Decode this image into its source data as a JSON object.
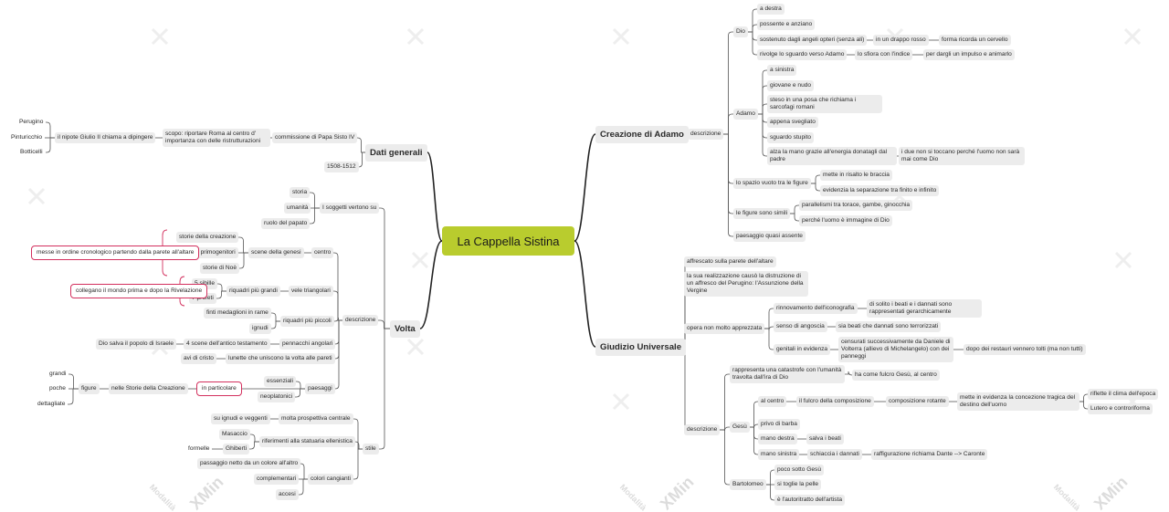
{
  "root": "La Cappella Sistina",
  "watermark": {
    "brand": "XMin",
    "sub": "Modalità"
  },
  "colors": {
    "root": "#b9cc2e",
    "callout_border": "#d3305e",
    "node_bg": "#ececec",
    "line": "#222222"
  },
  "n": [
    "Dati generali",
    "commissione di Papa Sisto IV",
    "scopo: riportare Roma al centro d' importanza con delle ristrutturazioni",
    "il nipote Giulio II chiama a dipingere",
    "Perugino",
    "Pinturicchio",
    "Botticelli",
    "1508-1512",
    "Volta",
    "I soggetti vertono su",
    "storia",
    "umanità",
    "ruolo del papato",
    "descrizione",
    "centro",
    "scene della genesi",
    "storie della creazione",
    "storie dei primogenitori",
    "storie di Noè",
    "messe in ordine cronologico partendo dalla parete all'altare",
    "vele triangolari",
    "riquadri più grandi",
    "5 sibille",
    "7 profeti",
    "collegano il mondo prima e dopo la Rivelazione",
    "riquadri più piccoli",
    "finti medaglioni in rame",
    "ignudi",
    "pennacchi angolari",
    "4 scene dell'antico testamento",
    "Dio salva il popolo di Israele",
    "lunette che uniscono la volta alle pareti",
    "avi di cristo",
    "paesaggi",
    "essenziali",
    "neoplatonici",
    "in particolare",
    "nelle Storie della Creazione",
    "figure",
    "grandi",
    "poche",
    "dettagliate",
    "stile",
    "molta prospettiva centrale",
    "su ignudi e veggenti",
    "riferimenti alla statuaria ellenistica",
    "Masaccio",
    "Ghiberti",
    "formelle",
    "colori cangianti",
    "passaggio netto da un colore all'altro",
    "complementari",
    "accesi",
    "Creazione di Adamo",
    "descrizione",
    "Dio",
    "a destra",
    "possente e anziano",
    "sostenuto dagli angeli opteri (senza ali)",
    "in un drappo rosso",
    "forma ricorda un cervello",
    "rivolge lo sguardo verso Adamo",
    "lo sfiora con l'indice",
    "per dargli un impulso e animarlo",
    "Adamo",
    "a sinistra",
    "giovane e nudo",
    "steso in una posa che richiama i sarcofagi romani",
    "appena svegliato",
    "sguardo stupito",
    "alza la mano grazie all'energia donatagli dal padre",
    "i due non si toccano perché l'uomo non sarà mai come Dio",
    "lo spazio vuoto tra le figure",
    "mette in risalto le braccia",
    "evidenzia la separazione tra finito e infinito",
    "le figure sono simili",
    "parallelismi tra torace, gambe, ginocchia",
    "perché l'uomo è immagine di Dio",
    "paesaggio quasi assente",
    "Giudizio Universale",
    "affrescato sulla parete dell'altare",
    "la sua realizzazione causò la distruzione di un affresco del Perugino: l'Assunzione della Vergine",
    "opera non molto apprezzata",
    "rinnovamento dell'iconografia",
    "di solito i beati e i dannati sono rappresentati gerarchicamente",
    "senso di angoscia",
    "sia beati che dannati sono terrorizzati",
    "genitali in evidenza",
    "censurati successivamente da Daniele di Volterra (allievo di Michelangelo) con dei panneggi",
    "dopo dei restauri vennero tolti (ma non tutti)",
    "descrizione",
    "rappresenta una catastrofe con l'umanità travolta dall'ira di Dio",
    "ha come fulcro Gesù, al centro",
    "Gesù",
    "al centro",
    "il fulcro della composizione",
    "composizione rotante",
    "mette in evidenza la concezione tragica del destino dell'uomo",
    "riflette il clima dell'epoca",
    "Lutero e controriforma",
    "privo di barba",
    "mano destra",
    "salva i beati",
    "mano sinistra",
    "schiaccia i dannati",
    "raffigurazione richiama Dante --> Caronte",
    "Bartolomeo",
    "poco sotto Gesù",
    "si toglie la pelle",
    "è l'autoritratto dell'artista"
  ]
}
